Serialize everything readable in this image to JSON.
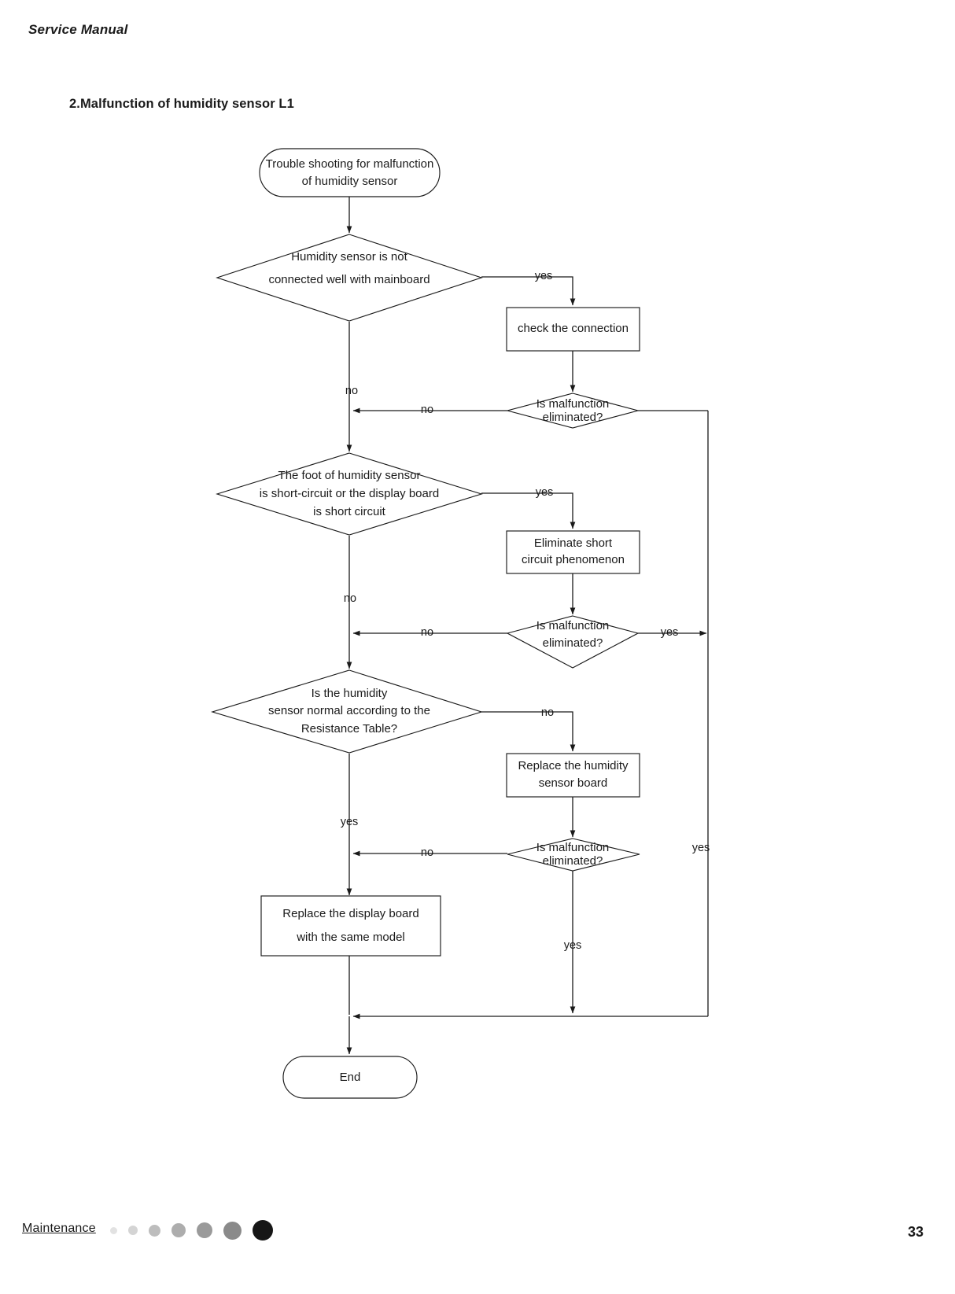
{
  "header": {
    "title": "Service Manual"
  },
  "section": {
    "title": "2.Malfunction of humidity sensor L1"
  },
  "flow": {
    "start": {
      "line1": "Trouble shooting for malfunction",
      "line2": "of humidity sensor"
    },
    "d1": {
      "line1": "Humidity sensor is not",
      "line2": "connected well with mainboard"
    },
    "p1": {
      "line1": "check the connection"
    },
    "d1e": {
      "line1": "Is malfunction",
      "line2": "eliminated?"
    },
    "d2": {
      "line1": "The foot of humidity sensor",
      "line2": "is short-circuit or the display board",
      "line3": "is short circuit"
    },
    "p2": {
      "line1": "Eliminate short",
      "line2": "circuit phenomenon"
    },
    "d2e": {
      "line1": "Is malfunction",
      "line2": "eliminated?"
    },
    "d3": {
      "line1": "Is the humidity",
      "line2": "sensor normal according to the",
      "line3": "Resistance Table?"
    },
    "p3": {
      "line1": "Replace the humidity",
      "line2": "sensor board"
    },
    "d3e": {
      "line1": "Is malfunction",
      "line2": "eliminated?"
    },
    "p4": {
      "line1": "Replace the display board",
      "line2": "with the same model"
    },
    "end": {
      "line1": "End"
    },
    "labels": {
      "yes1": "yes",
      "no1_down": "no",
      "no1_left": "no",
      "yes2": "yes",
      "no2_down": "no",
      "no2_left": "no",
      "yes2_right": "yes",
      "no3_right": "no",
      "yes3_down": "yes",
      "no3_left": "no",
      "yes3_bottom": "yes",
      "yes_return": "yes"
    }
  },
  "footer": {
    "link": "Maintenance",
    "page_number": "33",
    "dots": [
      {
        "size": 9,
        "color": "#e2e2e2"
      },
      {
        "size": 12,
        "color": "#d4d4d4"
      },
      {
        "size": 15,
        "color": "#bdbdbd"
      },
      {
        "size": 18,
        "color": "#adadad"
      },
      {
        "size": 20,
        "color": "#9a9a9a"
      },
      {
        "size": 23,
        "color": "#8a8a8a"
      },
      {
        "size": 26,
        "color": "#161616"
      }
    ]
  }
}
